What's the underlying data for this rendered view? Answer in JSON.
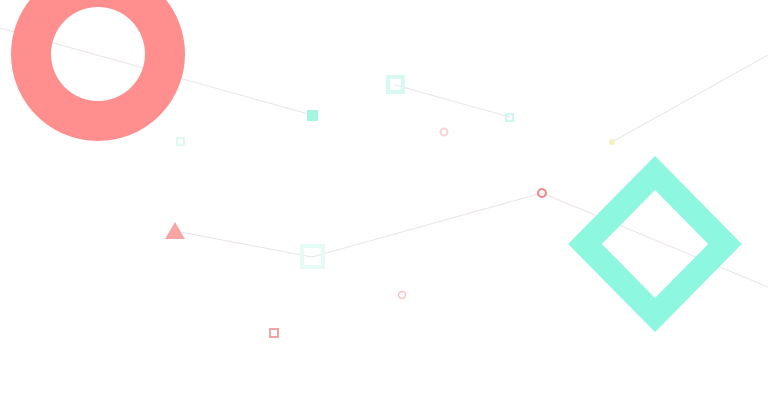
{
  "palette": {
    "coral": "#ff8d8d",
    "mint": "#8cf7de",
    "soft_coral": "#f7a3a3",
    "pale_yellow": "#f6f5c5",
    "line": "#e8e1e5"
  },
  "shapes": [
    {
      "name": "coral-ring-icon",
      "kind": "ring",
      "color": "coral"
    },
    {
      "name": "mint-diamond-outline-icon",
      "kind": "diamond-outline",
      "color": "mint"
    },
    {
      "name": "soft-coral-triangle-icon",
      "kind": "triangle",
      "color": "soft_coral"
    },
    {
      "name": "small-mint-square-icon",
      "kind": "square",
      "color": "mint"
    },
    {
      "name": "mint-square-outline-icon",
      "kind": "square-outline",
      "color": "mint"
    },
    {
      "name": "coral-small-circle-icon",
      "kind": "circle-outline",
      "color": "coral"
    },
    {
      "name": "coral-small-square-icon",
      "kind": "square-outline",
      "color": "coral"
    },
    {
      "name": "yellow-dot-icon",
      "kind": "dot",
      "color": "pale_yellow"
    }
  ]
}
